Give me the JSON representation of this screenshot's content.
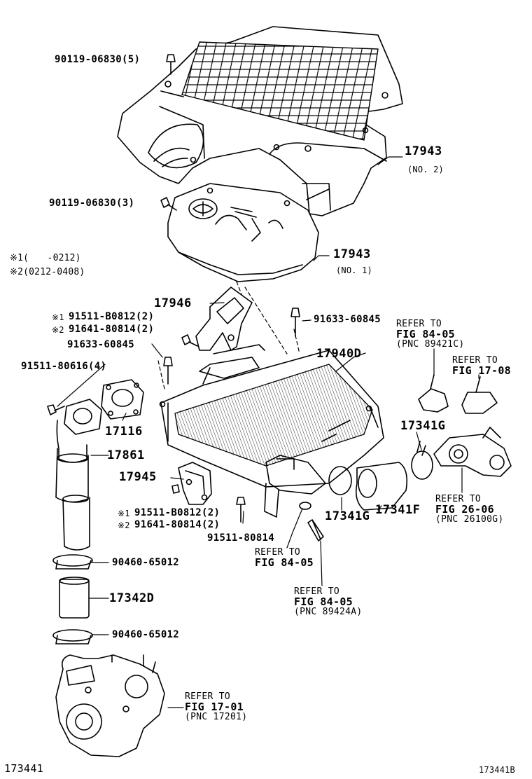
{
  "diagram": {
    "footer_left": "173441",
    "footer_right": "173441B",
    "notes": [
      "※1(　　-0212)",
      "※2(0212-0408)"
    ],
    "labels": {
      "bolt_top": "90119-06830(5)",
      "cover_no2": "17943",
      "cover_no2_sub": "(NO. 2)",
      "bolt_cover1": "90119-06830(3)",
      "cover_no1": "17943",
      "cover_no1_sub": "(NO. 1)",
      "bracket": "17946",
      "bolt_a1": "91511-B0812(2)",
      "bolt_a2": "91641-80814(2)",
      "mark1": "※1",
      "mark2": "※2",
      "stud_left": "91633-60845",
      "stud_right": "91633-60845",
      "bolt_left": "91511-80616(4)",
      "gasket": "17116",
      "intercooler": "17940D",
      "pipe": "17861",
      "bracket2": "17945",
      "bolt_b1": "91511-B0812(2)",
      "bolt_b2": "91641-80814(2)",
      "mark1b": "※1",
      "mark2b": "※2",
      "bolt_bottom": "91511-80814",
      "clamp_right": "17341G",
      "clamp_mid": "17341G",
      "hose": "17341F",
      "clamp1": "90460-65012",
      "hose2": "17342D",
      "clamp2": "90460-65012"
    },
    "refs": {
      "r1": {
        "refer": "REFER TO",
        "fig": "FIG 84-05",
        "pnc": "(PNC 89421C)"
      },
      "r2": {
        "refer": "REFER TO",
        "fig": "FIG 17-08"
      },
      "r3": {
        "refer": "REFER TO",
        "fig": "FIG 26-06",
        "pnc": "(PNC 26100G)"
      },
      "r4": {
        "refer": "REFER TO",
        "fig": "FIG 84-05"
      },
      "r5": {
        "refer": "REFER TO",
        "fig": "FIG 84-05",
        "pnc": "(PNC 89424A)"
      },
      "r6": {
        "refer": "REFER TO",
        "fig": "FIG 17-01",
        "pnc": "(PNC 17201)"
      }
    }
  }
}
